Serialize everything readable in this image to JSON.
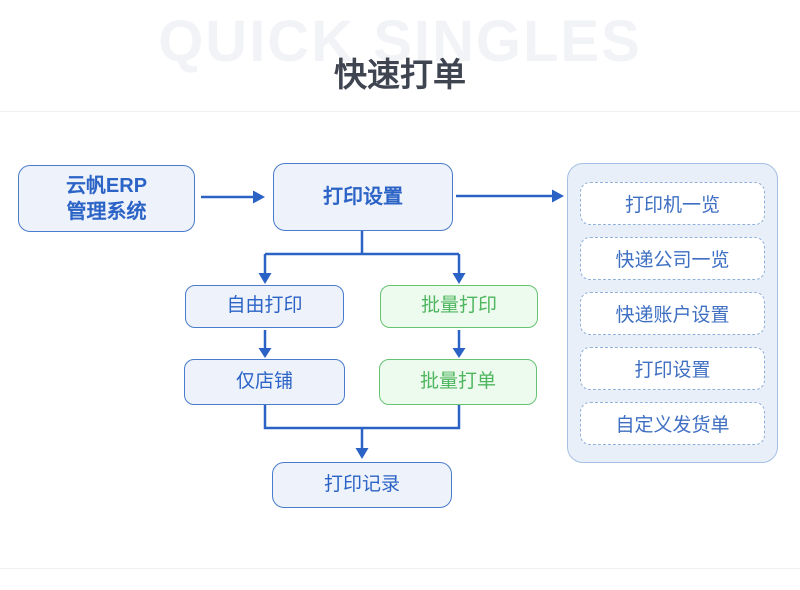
{
  "page": {
    "watermark": "QUICK SINGLES",
    "title": "快速打单"
  },
  "flowchart": {
    "erp": {
      "line1": "云帆ERP",
      "line2": "管理系统"
    },
    "print_settings": "打印设置",
    "free_print": "自由打印",
    "batch_print": "批量打印",
    "shop_only": "仅店铺",
    "batch_order": "批量打单",
    "print_record": "打印记录"
  },
  "side_panel": {
    "items": [
      "打印机一览",
      "快递公司一览",
      "快递账户设置",
      "打印设置",
      "自定义发货单"
    ]
  },
  "colors": {
    "accent_blue": "#2a63c5",
    "node_blue_border": "#4a7ccb",
    "node_blue_fill": "#edf2fb",
    "node_blue_text": "#2c63c6",
    "green_border": "#67c373",
    "green_fill": "#edfaee",
    "green_text": "#4eb65e",
    "panel_fill": "#e9eff8",
    "panel_border": "#a3c0e4",
    "dashed_border": "#8fb1da",
    "title_color": "#3e4450",
    "watermark_color": "#f2f3f6"
  }
}
